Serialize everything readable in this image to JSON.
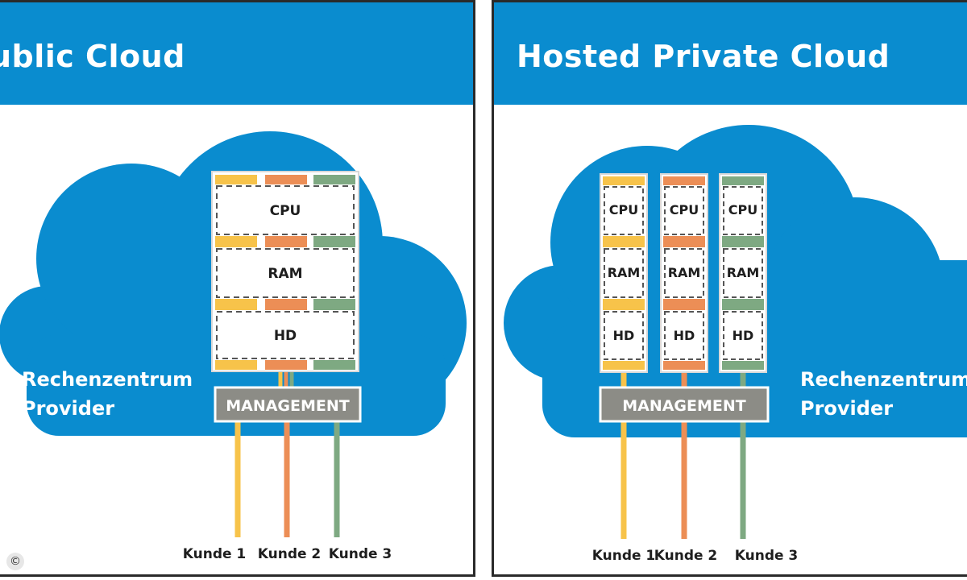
{
  "panels": {
    "left": {
      "title": "ublic Cloud",
      "provider_line1": "Rechenzentrum",
      "provider_line2": "Provider",
      "resources": [
        "CPU",
        "RAM",
        "HD"
      ],
      "management": "MANAGEMENT",
      "customers": [
        "Kunde 1",
        "Kunde 2",
        "Kunde 3"
      ]
    },
    "right": {
      "title": "Hosted Private Cloud",
      "provider_line1": "Rechenzentrum",
      "provider_line2": "Provider",
      "resources": [
        "CPU",
        "RAM",
        "HD"
      ],
      "management": "MANAGEMENT",
      "customers": [
        "Kunde 1",
        "Kunde 2",
        "Kunde 3"
      ]
    }
  },
  "copyright_symbol": "©",
  "colors": {
    "header_blue": "#0a8ccf",
    "cloud_blue": "#0a8ccf",
    "customer_1": "#f7c34a",
    "customer_2": "#ec8e56",
    "customer_3": "#7ea982",
    "management_gray": "#8c8c86"
  }
}
